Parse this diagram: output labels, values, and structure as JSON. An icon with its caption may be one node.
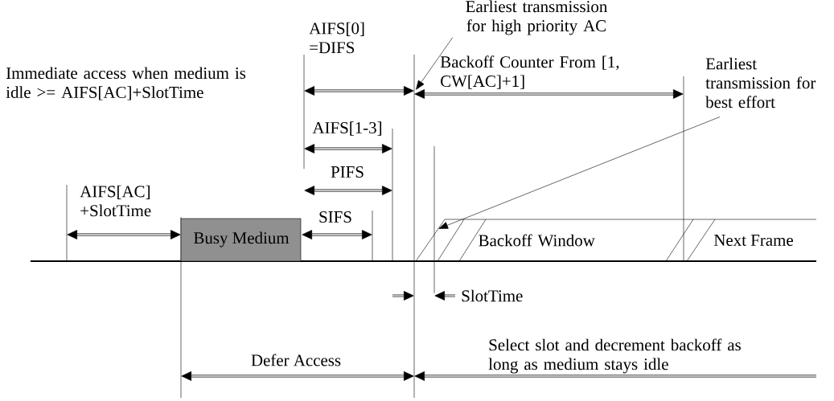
{
  "diagram": {
    "nodes": [
      {
        "text": [
          "Earliest transmission for high priority AC"
        ]
      },
      {
        "text": [
          "Earliest transmission for best effort"
        ]
      },
      {
        "text": [
          "Busy Medium"
        ]
      },
      {
        "text": [
          "Backoff Window"
        ]
      },
      {
        "text": [
          "Next Frame"
        ]
      }
    ],
    "edges": [
      {
        "from": 0,
        "to": null,
        "arrow": "to"
      },
      {
        "from": 1,
        "to": 3,
        "arrow": "to"
      }
    ],
    "labels": [
      "AIFS[0] =DIFS",
      "Immediate access when medium is idle >= AIFS[AC]+SlotTime",
      "AIFS[1-3]",
      "Backoff Counter From [1, CW[AC]+1]",
      "PIFS",
      "AIFS[AC] +SlotTime",
      "SIFS",
      "SlotTime",
      "Defer Access",
      "Select slot and decrement backoff as long as medium stays idle"
    ]
  }
}
